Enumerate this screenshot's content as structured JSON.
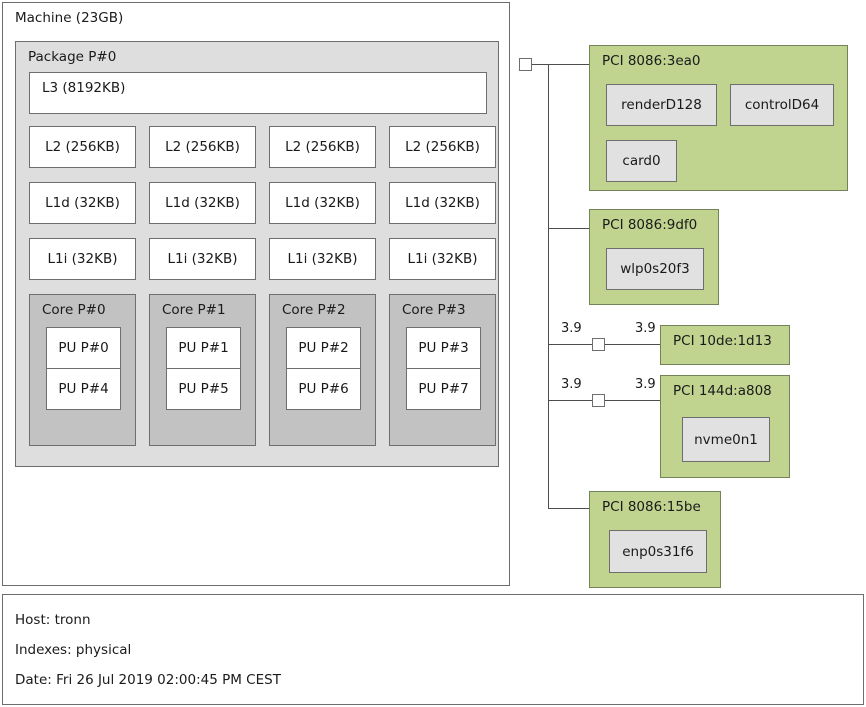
{
  "machine": {
    "label": "Machine (23GB)",
    "package": {
      "label": "Package P#0",
      "l3": {
        "label": "L3 (8192KB)"
      },
      "l2": [
        {
          "label": "L2 (256KB)"
        },
        {
          "label": "L2 (256KB)"
        },
        {
          "label": "L2 (256KB)"
        },
        {
          "label": "L2 (256KB)"
        }
      ],
      "l1d": [
        {
          "label": "L1d (32KB)"
        },
        {
          "label": "L1d (32KB)"
        },
        {
          "label": "L1d (32KB)"
        },
        {
          "label": "L1d (32KB)"
        }
      ],
      "l1i": [
        {
          "label": "L1i (32KB)"
        },
        {
          "label": "L1i (32KB)"
        },
        {
          "label": "L1i (32KB)"
        },
        {
          "label": "L1i (32KB)"
        }
      ],
      "cores": [
        {
          "label": "Core P#0",
          "pus": [
            {
              "label": "PU P#0"
            },
            {
              "label": "PU P#4"
            }
          ]
        },
        {
          "label": "Core P#1",
          "pus": [
            {
              "label": "PU P#1"
            },
            {
              "label": "PU P#5"
            }
          ]
        },
        {
          "label": "Core P#2",
          "pus": [
            {
              "label": "PU P#2"
            },
            {
              "label": "PU P#6"
            }
          ]
        },
        {
          "label": "Core P#3",
          "pus": [
            {
              "label": "PU P#3"
            },
            {
              "label": "PU P#7"
            }
          ]
        }
      ]
    }
  },
  "io": {
    "devices": [
      {
        "label": "PCI 8086:3ea0",
        "children": [
          {
            "label": "renderD128"
          },
          {
            "label": "controlD64"
          },
          {
            "label": "card0"
          }
        ]
      },
      {
        "label": "PCI 8086:9df0",
        "children": [
          {
            "label": "wlp0s20f3"
          }
        ]
      },
      {
        "label": "PCI 10de:1d13",
        "children": [],
        "link_speed_upstream": "3.9",
        "link_speed_downstream": "3.9"
      },
      {
        "label": "PCI 144d:a808",
        "children": [
          {
            "label": "nvme0n1"
          }
        ],
        "link_speed_upstream": "3.9",
        "link_speed_downstream": "3.9"
      },
      {
        "label": "PCI 8086:15be",
        "children": [
          {
            "label": "enp0s31f6"
          }
        ]
      }
    ]
  },
  "footer": {
    "host": "Host: tronn",
    "indexes": "Indexes: physical",
    "date": "Date: Fri 26 Jul 2019 02:00:45 PM CEST"
  },
  "colors": {
    "pci_fill": "#c0d490",
    "package_fill": "#dedede",
    "core_fill": "#c2c2c2",
    "osdev_fill": "#e1e1e1",
    "line": "#4d4d4d"
  }
}
